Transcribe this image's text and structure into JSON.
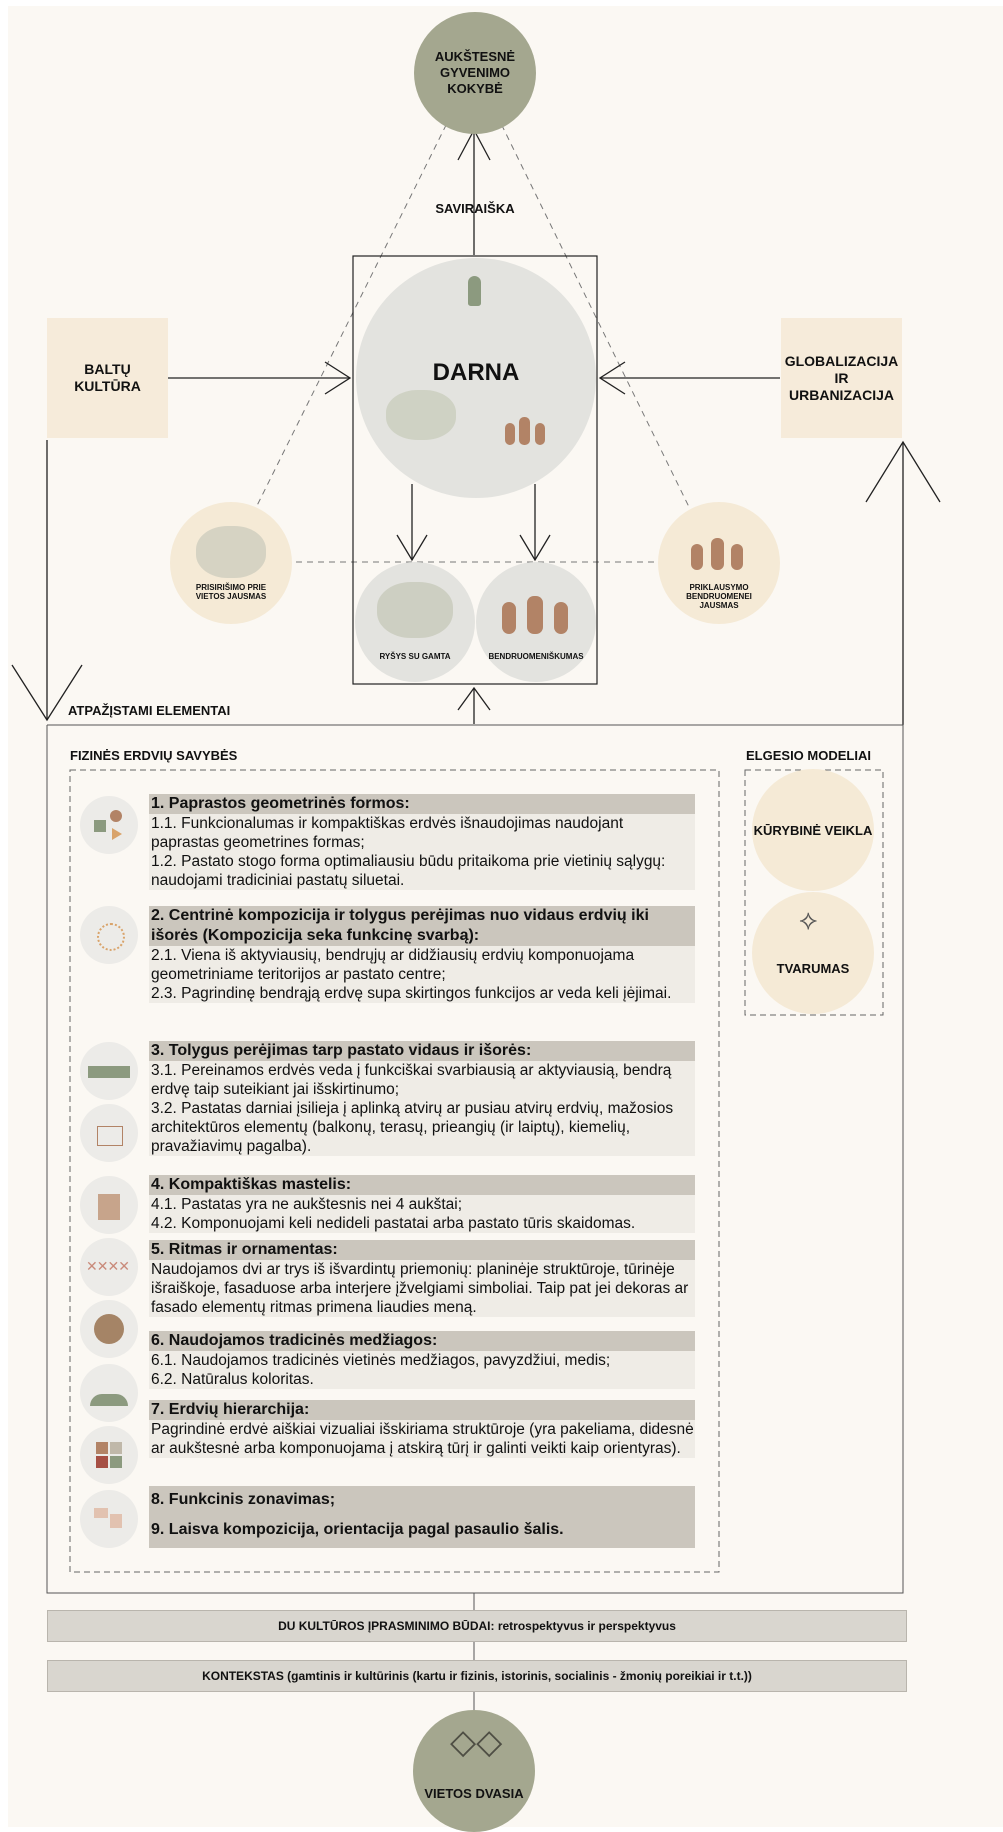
{
  "top_goal": "AUKŠTESNĖ GYVENIMO KOKYBĖ",
  "self_expression": "SAVIRAIŠKA",
  "center": "DARNA",
  "left_box": "BALTŲ KULTŪRA",
  "right_box": "GLOBALIZACIJA IR URBANIZACIJA",
  "circles": {
    "place_attachment": "PRISIRIŠIMO PRIE VIETOS JAUSMAS",
    "nature_link": "RYŠYS SU GAMTA",
    "community": "BENDRUOMENIŠKUMAS",
    "belonging": "PRIKLAUSYMO BENDRUOMENEI JAUSMAS"
  },
  "recognizable": "ATPAŽĮSTAMI ELEMENTAI",
  "physical_title": "FIZINĖS ERDVIŲ SAVYBĖS",
  "behaviour_title": "ELGESIO MODELIAI",
  "behaviour": {
    "creative": "KŪRYBINĖ VEIKLA",
    "sustainability": "TVARUMAS"
  },
  "items": [
    {
      "title": "1. Paprastos geometrinės formos:",
      "lines": [
        "1.1.  Funkcionalumas ir kompaktiškas erdvės išnaudojimas naudojant paprastas geometrines formas;",
        "1.2. Pastato stogo forma optimaliausiu būdu pritaikoma prie vietinių sąlygų: naudojami tradiciniai pastatų siluetai."
      ]
    },
    {
      "title": "2. Centrinė kompozicija ir tolygus perėjimas nuo vidaus erdvių iki išorės (Kompozicija seka funkcinę svarbą):",
      "lines": [
        "2.1. Viena iš aktyviausių, bendrųjų ar didžiausių erdvių komponuojama geometriniame teritorijos ar pastato centre;",
        "2.3. Pagrindinę bendrąją erdvę supa skirtingos funkcijos ar veda keli įėjimai."
      ]
    },
    {
      "title": "3. Tolygus perėjimas tarp pastato vidaus ir išorės:",
      "lines": [
        "3.1. Pereinamos erdvės veda į funkciškai svarbiausią ar aktyviausią, bendrą erdvę taip suteikiant jai išskirtinumo;",
        "3.2. Pastatas darniai įsilieja į aplinką atvirų ar pusiau atvirų erdvių, mažosios architektūros elementų (balkonų, terasų, prieangių (ir laiptų), kiemelių, pravažiavimų pagalba)."
      ]
    },
    {
      "title": "4. Kompaktiškas mastelis:",
      "lines": [
        "4.1.  Pastatas yra ne aukštesnis nei 4 aukštai;",
        "4.2. Komponuojami keli nedideli pastatai arba pastato tūris skaidomas."
      ]
    },
    {
      "title": "5. Ritmas ir ornamentas:",
      "lines": [
        "Naudojamos dvi ar trys iš išvardintų priemonių: planinėje struktūroje, tūrinėje išraiškoje, fasaduose arba interjere įžvelgiami simboliai. Taip pat jei dekoras ar fasado elementų ritmas primena liaudies meną."
      ]
    },
    {
      "title": "6. Naudojamos tradicinės medžiagos:",
      "lines": [
        "6.1. Naudojamos tradicinės vietinės medžiagos, pavyzdžiui, medis;",
        "6.2. Natūralus koloritas."
      ]
    },
    {
      "title": "7. Erdvių hierarchija:",
      "lines": [
        "Pagrindinė erdvė aiškiai vizualiai išskiriama struktūroje (yra pakeliama, didesnė ar aukštesnė arba komponuojama į atskirą tūrį ir galinti veikti kaip orientyras)."
      ]
    },
    {
      "title": "8. Funkcinis zonavimas;",
      "lines": []
    },
    {
      "title": "9. Laisva kompozicija, orientacija pagal pasaulio šalis.",
      "lines": []
    }
  ],
  "band1": "DU KULTŪROS ĮPRASMINIMO BŪDAI: retrospektyvus ir perspektyvus",
  "band2": "KONTEKSTAS (gamtinis ir kultūrinis (kartu ir fizinis, istorinis, socialinis - žmonių poreikiai ir t.t.))",
  "bottom": "VIETOS DVASIA",
  "colors": {
    "olive": "#a4a78f",
    "beige": "#f5ead6",
    "header_band": "#cbc6bd",
    "body_band": "#efece6"
  }
}
